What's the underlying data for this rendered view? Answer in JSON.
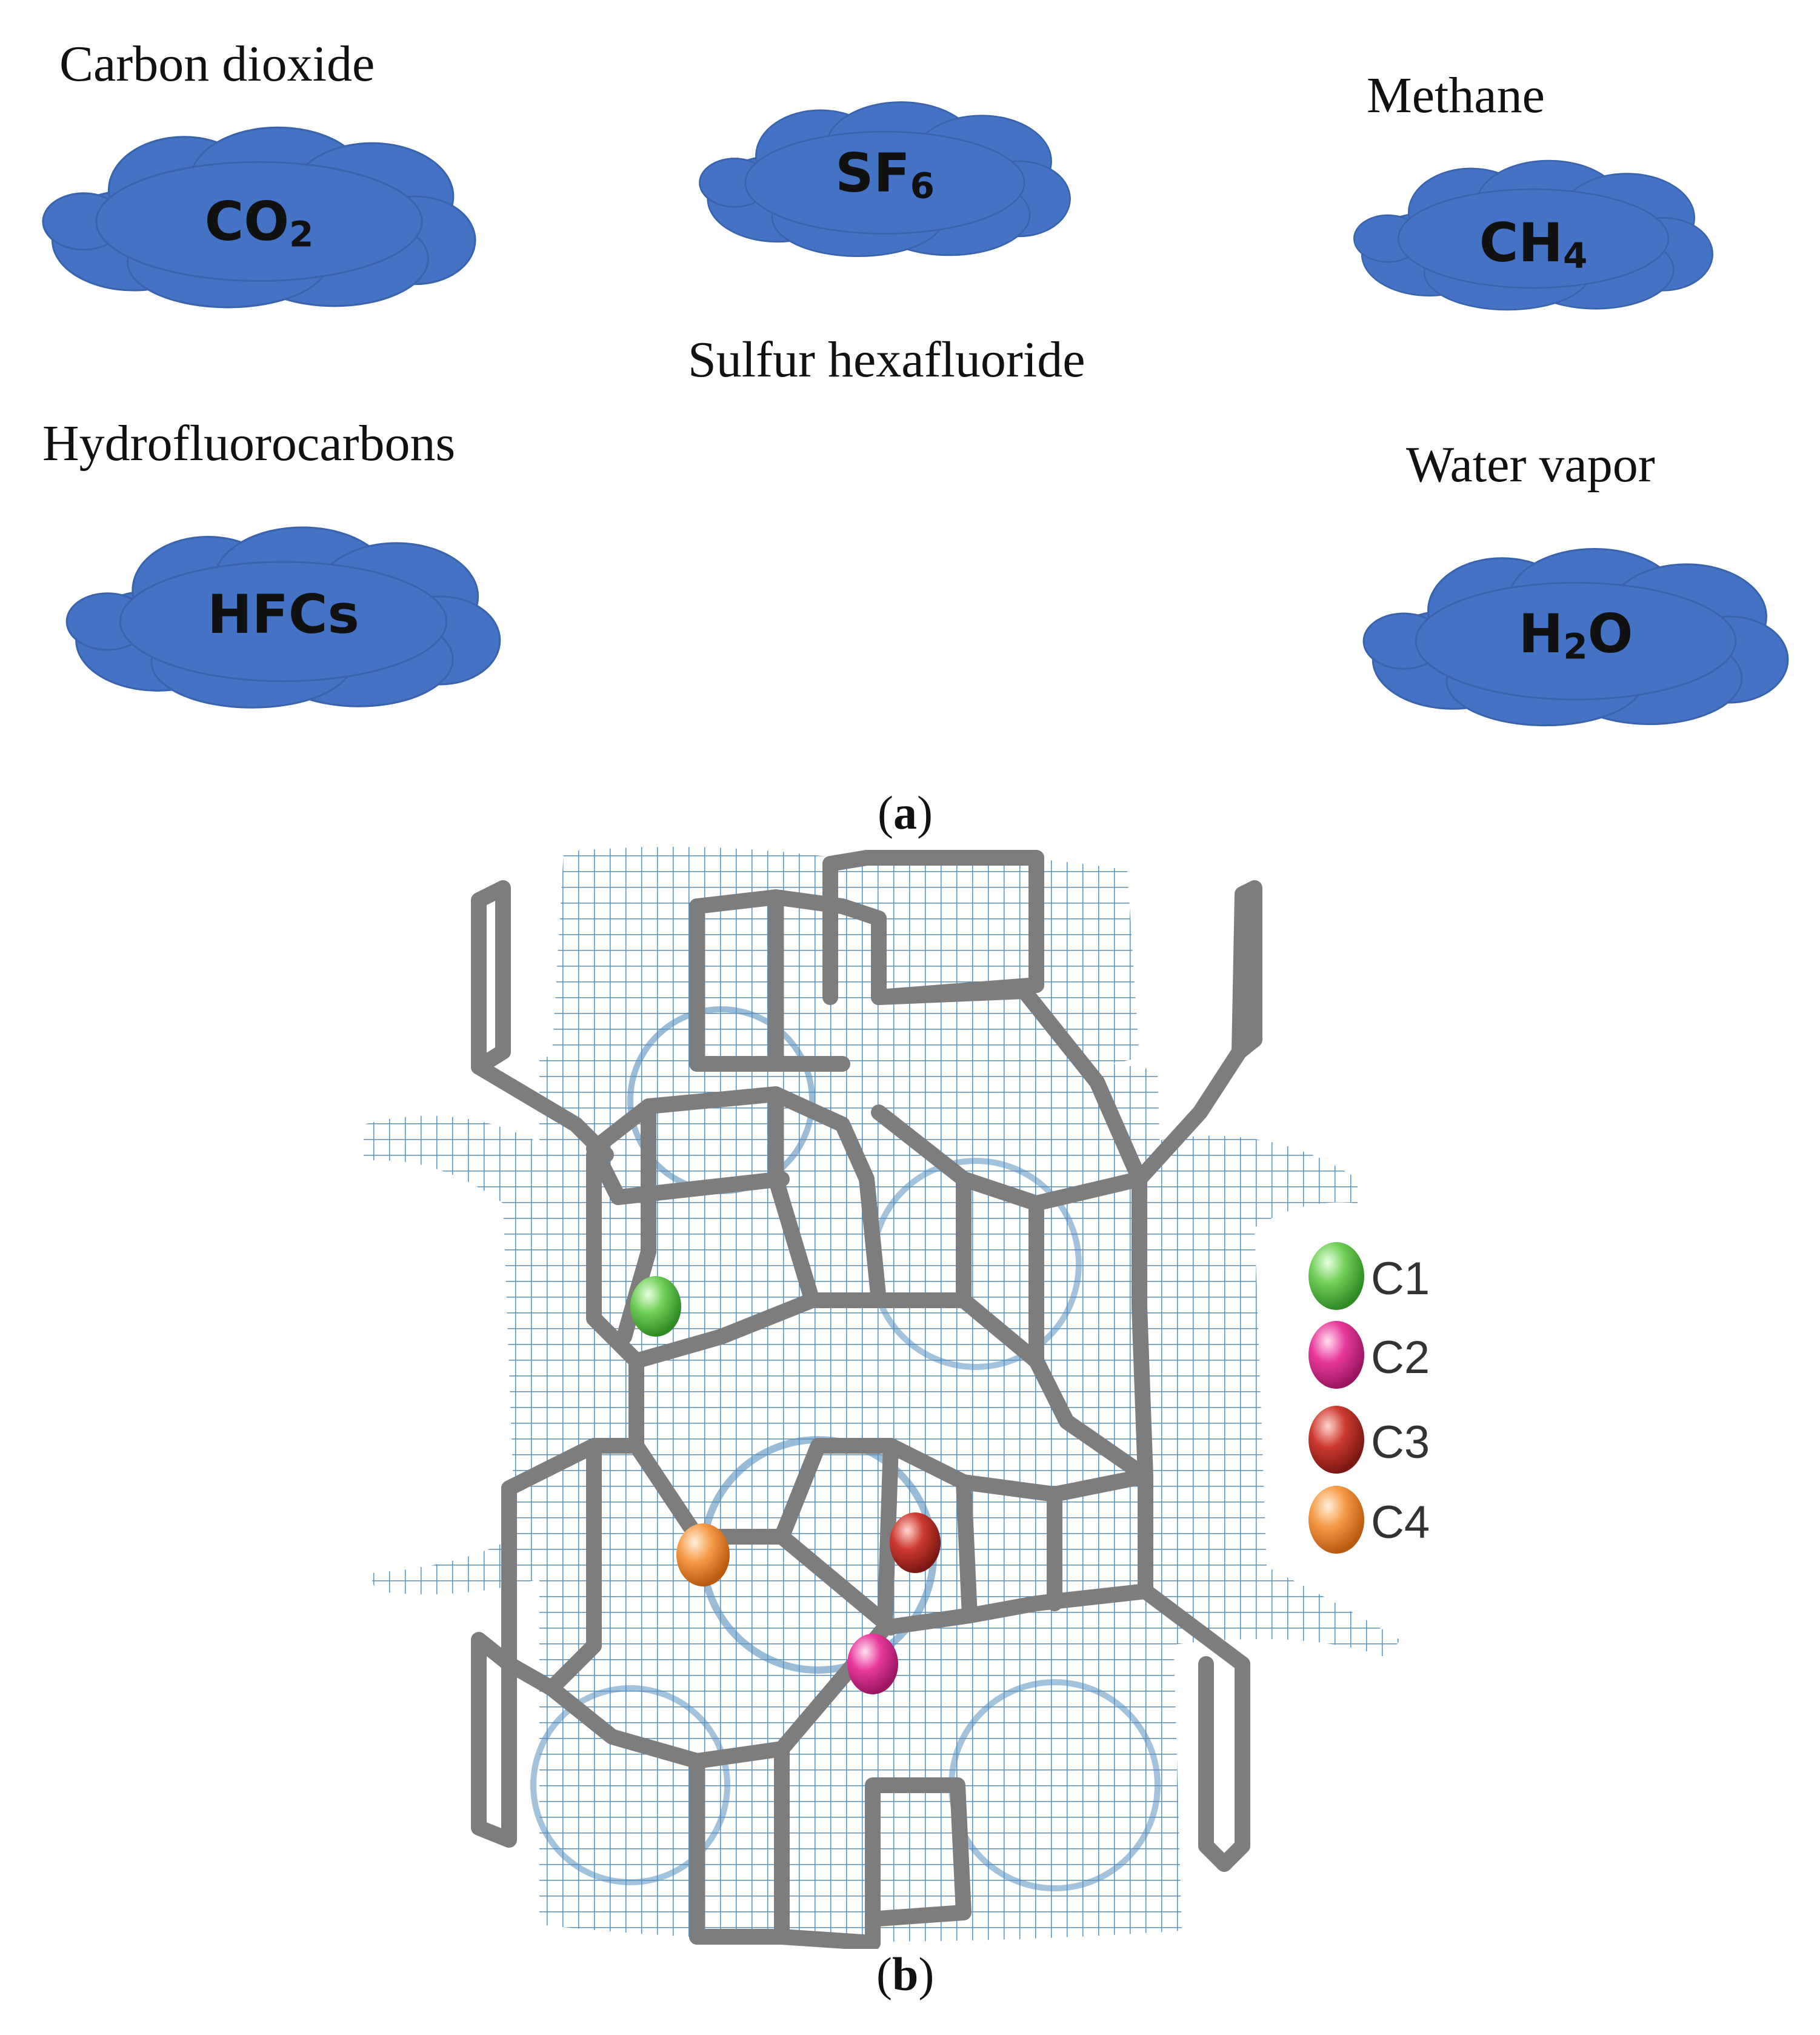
{
  "panel_a": {
    "caption_open": "(",
    "caption_letter": "a",
    "caption_close": ")",
    "colors": {
      "cloud_fill": "#4472c4",
      "cloud_edge": "#3a63ad"
    },
    "gases": [
      {
        "name": "Carbon dioxide",
        "formula_main": "CO",
        "formula_sub": "2",
        "formula_tail": ""
      },
      {
        "name": "Sulfur hexafluoride",
        "formula_main": "SF",
        "formula_sub": "6",
        "formula_tail": ""
      },
      {
        "name": "Methane",
        "formula_main": "CH",
        "formula_sub": "4",
        "formula_tail": ""
      },
      {
        "name": "Hydrofluorocarbons",
        "formula_main": "HFCs",
        "formula_sub": "",
        "formula_tail": ""
      },
      {
        "name": "Water vapor",
        "formula_main": "H",
        "formula_sub": "2",
        "formula_tail": "O"
      }
    ]
  },
  "panel_b": {
    "caption_open": "(",
    "caption_letter": "b",
    "caption_close": ")",
    "colors": {
      "framework": "#7a7a7a",
      "mesh": "#3b7bb0"
    },
    "legend": [
      {
        "label": "C1",
        "color": "#5cc04a"
      },
      {
        "label": "C2",
        "color": "#e2308f"
      },
      {
        "label": "C3",
        "color": "#c0302a"
      },
      {
        "label": "C4",
        "color": "#f08a30"
      }
    ]
  }
}
